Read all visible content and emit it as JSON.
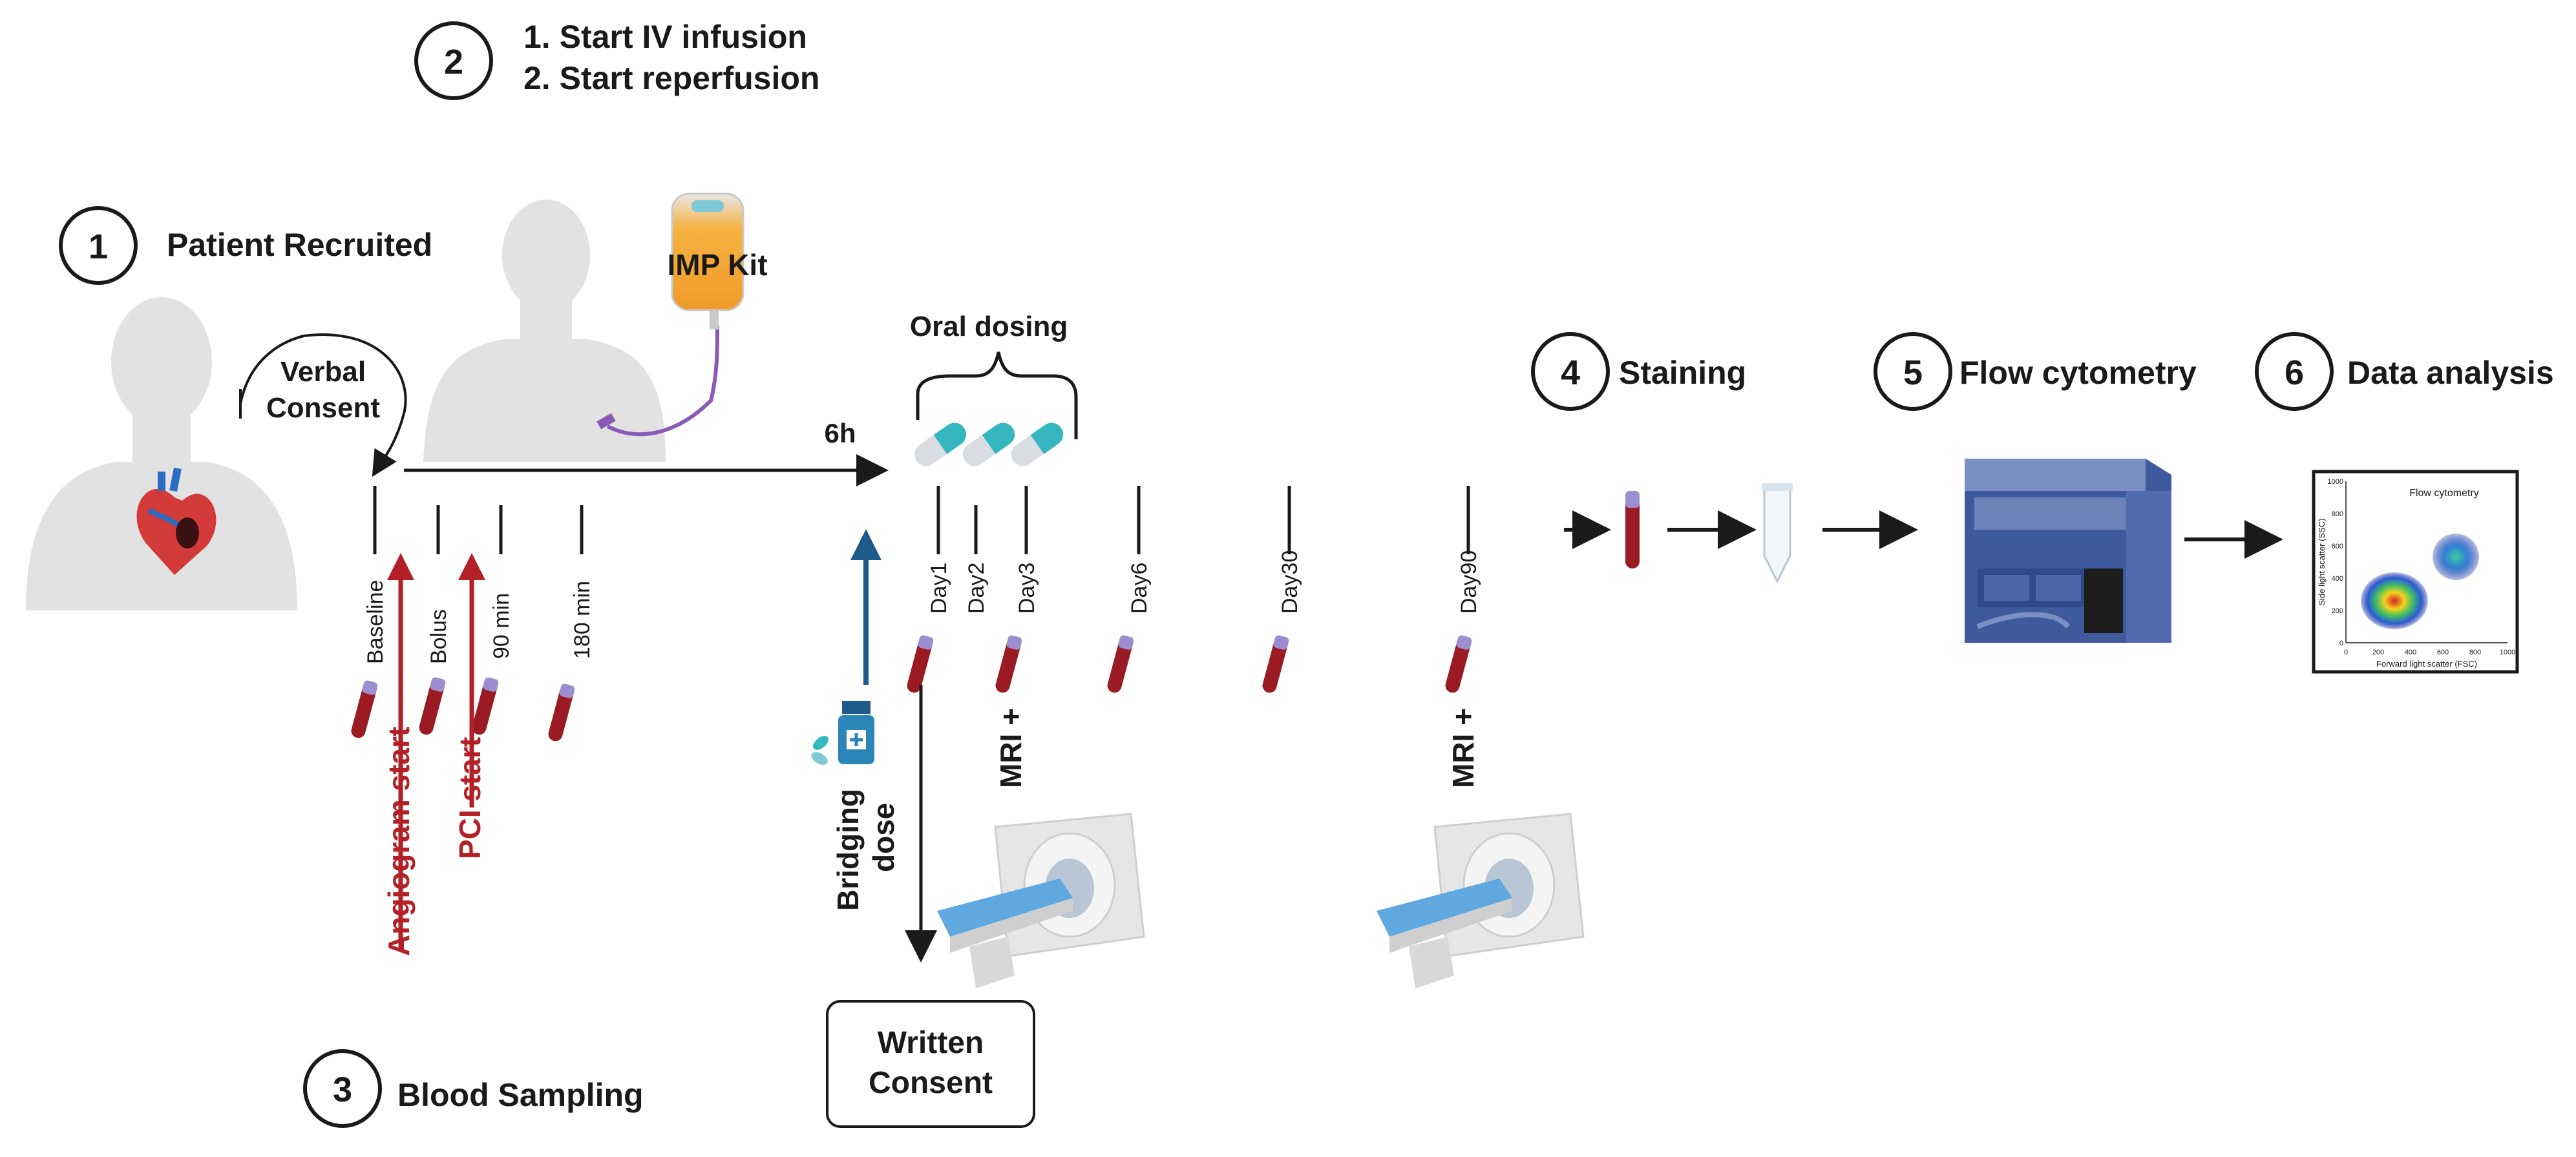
{
  "steps": {
    "s1": {
      "num": "1",
      "label": "Patient Recruited"
    },
    "s2": {
      "num": "2",
      "items": [
        "1.  Start IV infusion",
        "2.  Start reperfusion"
      ]
    },
    "s3": {
      "num": "3",
      "label": "Blood Sampling"
    },
    "s4": {
      "num": "4",
      "label": "Staining"
    },
    "s5": {
      "num": "5",
      "label": "Flow cytometry"
    },
    "s6": {
      "num": "6",
      "label": "Data analysis"
    }
  },
  "consent": {
    "verbal_line1": "Verbal",
    "verbal_line2": "Consent",
    "written_line1": "Written",
    "written_line2": "Consent"
  },
  "imp_kit": "IMP Kit",
  "six_h": "6h",
  "oral_dosing": "Oral dosing",
  "timepoints": [
    "Baseline",
    "Bolus",
    "90 min",
    "180 min",
    "Day1",
    "Day2",
    "Day3",
    "Day6",
    "Day30",
    "Day90"
  ],
  "events": {
    "angiogram": "Angiogram start",
    "pci": "PCI start",
    "mri_1": "MRI +",
    "mri_2": "MRI +",
    "bridging_1": "Bridging",
    "bridging_2": "dose"
  },
  "plot": {
    "title": "Flow cytometry",
    "ylabel": "Side light scatter (SSC)",
    "xlabel": "Forward light scatter (FSC)",
    "ticks": [
      "0",
      "200",
      "400",
      "600",
      "800",
      "1000"
    ]
  },
  "colors": {
    "blood": "#9b1b22",
    "arrow_red": "#b32025",
    "arrow_blue": "#1e5a8a",
    "cap": "#9b8fd0",
    "pill": "#36b7c0"
  }
}
